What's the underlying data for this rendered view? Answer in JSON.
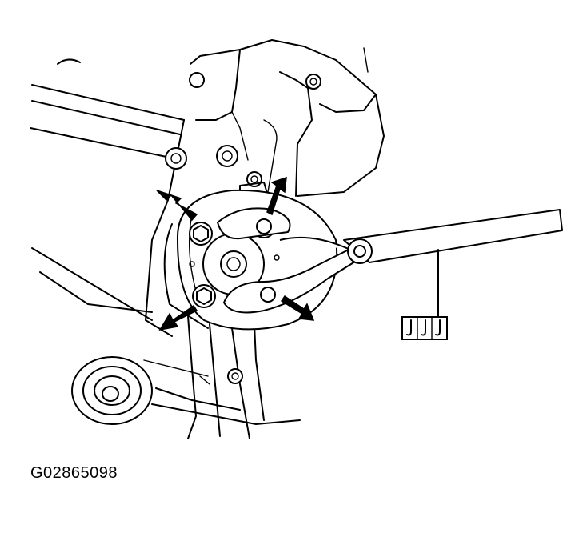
{
  "figure_id": "G02865098",
  "colors": {
    "line": "#000000",
    "background": "#ffffff"
  },
  "callouts": [
    {
      "name": "arrow-upper-left-bolt",
      "target": "bolt-upper-left"
    },
    {
      "name": "arrow-upper-right-bolt",
      "target": "bolt-upper-right"
    },
    {
      "name": "arrow-lower-left-bolt",
      "target": "bolt-lower-left"
    },
    {
      "name": "arrow-lower-right-bolt",
      "target": "bolt-lower-right"
    }
  ],
  "special_tool_icon": "sst-hook-tool-icon"
}
